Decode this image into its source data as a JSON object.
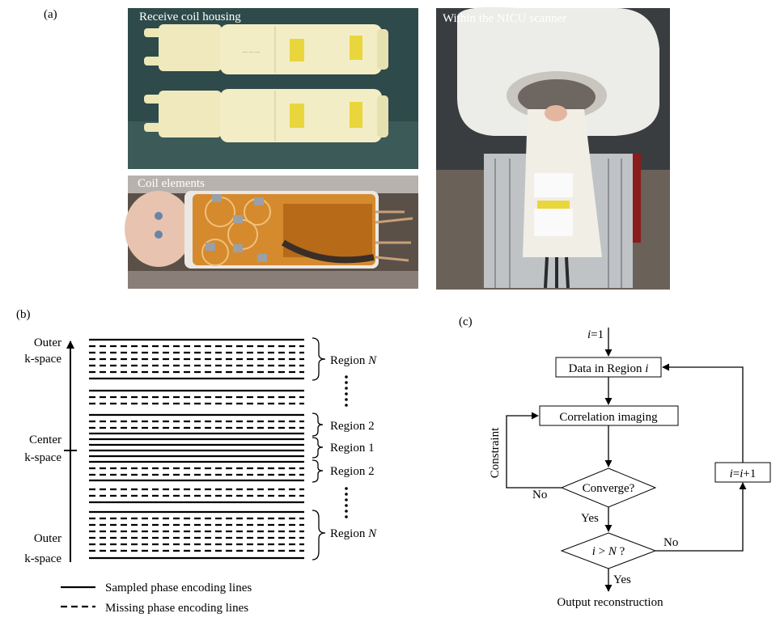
{
  "panel_a": {
    "label": "(a)",
    "photo_housing_title": "Receive coil housing",
    "photo_elements_title": "Coil elements",
    "photo_scanner_title": "Within the NICU scanner"
  },
  "panel_b": {
    "label": "(b)",
    "axis_top_line1": "Outer",
    "axis_top_line2": "k-space",
    "axis_center_line1": "Center",
    "axis_center_line2": "k-space",
    "axis_bottom_line1": "Outer",
    "axis_bottom_line2": "k-space",
    "region_top_prefix": "Region ",
    "region_top_var": "N",
    "region_2_upper": "Region 2",
    "region_1": "Region 1",
    "region_2_lower": "Region 2",
    "region_bottom_prefix": "Region ",
    "region_bottom_var": "N",
    "legend_sampled": "Sampled phase encoding lines",
    "legend_missing": "Missing phase encoding lines"
  },
  "panel_c": {
    "label": "(c)",
    "init_var": "i",
    "init_rest": "=1",
    "data_box_prefix": "Data in Region ",
    "data_box_var": "i",
    "correlation_box": "Correlation imaging",
    "converge_diamond": "Converge?",
    "condition_var_i": "i",
    "condition_op": " > ",
    "condition_var_n": "N",
    "condition_q": " ?",
    "increment_var1": "i",
    "increment_eq": "=",
    "increment_var2": "i",
    "increment_rest": "+1",
    "constraint_label": "Constraint",
    "converge_no": "No",
    "converge_yes": "Yes",
    "condition_no": "No",
    "condition_yes": "Yes",
    "output": "Output reconstruction"
  }
}
